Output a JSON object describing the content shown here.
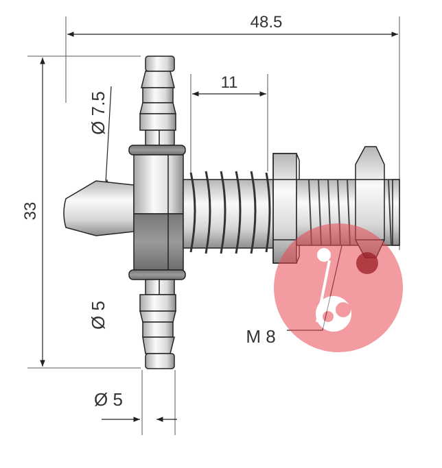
{
  "dimensions": {
    "overall_length": "48.5",
    "height": "33",
    "spring_length": "11",
    "tip_diameter": "Ø 7.5",
    "barb_diameter_vertical": "Ø 5",
    "barb_diameter_horizontal": "Ø 5",
    "thread": "M 8"
  },
  "colors": {
    "line": "#222222",
    "metal_dark": "#8c8c8c",
    "metal_light": "#f2f2f2",
    "watermark": "#e84b55"
  },
  "watermark": {
    "icon": "robot-logo-watermark"
  }
}
